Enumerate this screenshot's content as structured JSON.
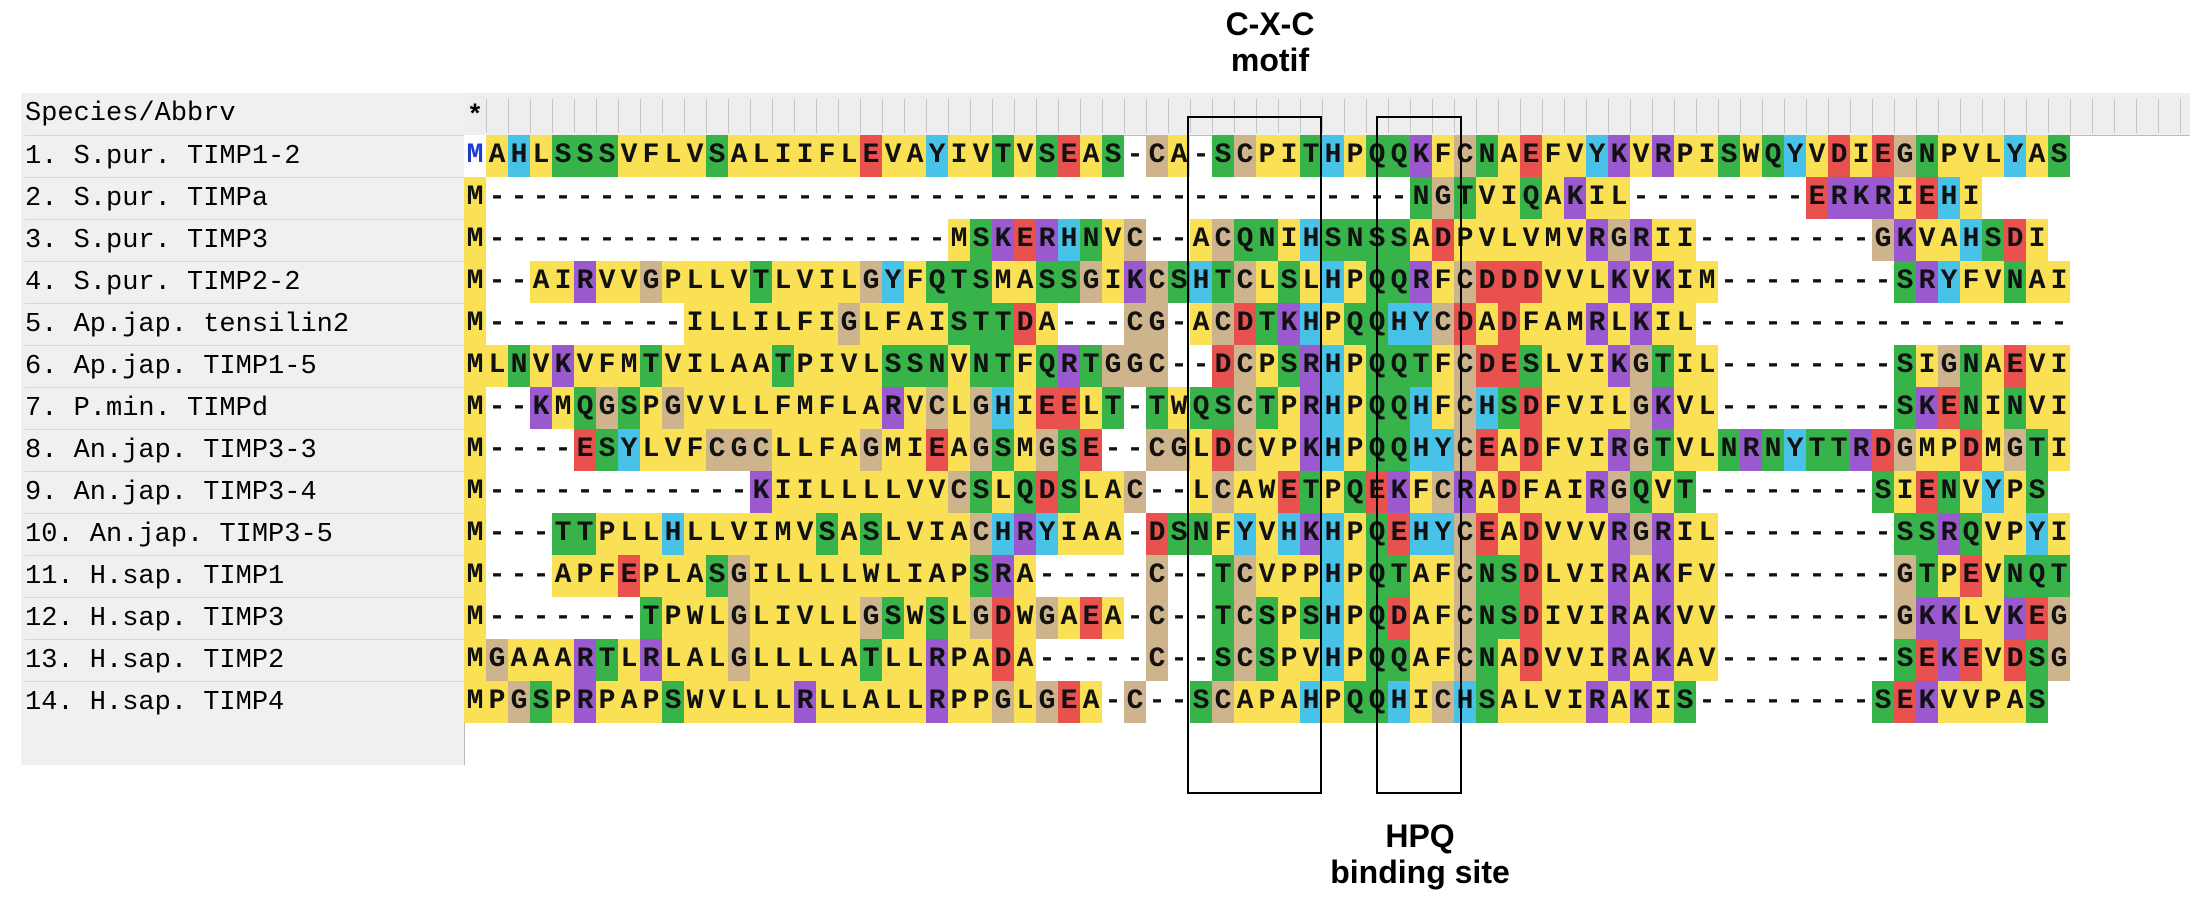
{
  "annotations": {
    "cxc_line1": "C-X-C",
    "cxc_line2": "motif",
    "hpq_line1": "HPQ",
    "hpq_line2": "binding site"
  },
  "header": {
    "label": "Species/Abbrv",
    "consensus_mark": "*"
  },
  "colors": {
    "A": "#f9e054",
    "I": "#f9e054",
    "L": "#f9e054",
    "M": "#f9e054",
    "F": "#f9e054",
    "V": "#f9e054",
    "W": "#f9e054",
    "P": "#f9e054",
    "S": "#37b34a",
    "T": "#37b34a",
    "N": "#37b34a",
    "Q": "#37b34a",
    "K": "#9b59d0",
    "R": "#9b59d0",
    "D": "#e8514e",
    "E": "#e8514e",
    "H": "#49c2e8",
    "Y": "#49c2e8",
    "G": "#cdb48c",
    "C": "#cdb48c"
  },
  "sequences": [
    {
      "label": "1. S.pur. TIMP1-2",
      "seq": "MAHLSSSVFLVSALIIFLEVAYIVTVSEAS-CA-SCPITHPQQKFCNAEFVYKVRPISWQYVDIEGNPVLYAS"
    },
    {
      "label": "2. S.pur. TIMPa",
      "seq": "M------------------------------------------NGTVIQAKIL--------ERKRIEHI"
    },
    {
      "label": "3. S.pur. TIMP3",
      "seq": "M---------------------MSKERHNVC--ACQNIHSNSSADPVLVMVRGRII--------GKVAHSDI"
    },
    {
      "label": "4. S.pur. TIMP2-2",
      "seq": "M--AIRVVGPLLVTLVILGYFQTSMASSGIKCSHTCLSLHPQQRFCDDDVVLKVKIM--------SRYFVNAI"
    },
    {
      "label": "5. Ap.jap. tensilin2",
      "seq": "M---------ILLILFIGLFAISTTDA---CG-ACDTKHPQQHYCDADFAMRLKIL-----------------"
    },
    {
      "label": "6. Ap.jap. TIMP1-5",
      "seq": "MLNVKVFMTVILAATPIVLSSNVNTFQRTGGC--DCPSRHPQQTFCDESLVIKGTIL--------SIGNAEVI"
    },
    {
      "label": "7. P.min. TIMPd",
      "seq": "M--KMQGSPGVVLLFMFLARVCLGHIEELT-TWQSCTPRHPQQHFCHSDFVILGKVL--------SKENINVI"
    },
    {
      "label": "8. An.jap. TIMP3-3",
      "seq": "M----ESYLVFCGCLLFAGMIEAGSMGSE--CGLDCVPKHPQQHYCEADFVIRGTVLNRNYTTRDGMPDMGTI"
    },
    {
      "label": "9. An.jap. TIMP3-4",
      "seq": "M------------KIILLLLVVCSLQDSLAC--LCAWETPQEKFCRADFAIRGQVT--------SIENVYPS"
    },
    {
      "label": "10. An.jap. TIMP3-5",
      "seq": "M---TTPLLHLLVIMVSASLVIACHRYIAA-DSNFYVHKHPQEHYCEADVVVRGRIL--------SSRQVPYI"
    },
    {
      "label": "11. H.sap. TIMP1",
      "seq": "M---APFEPLASGILLLLWLIAPSRA-----C--TCVPPHPQTAFCNSDLVIRAKFV--------GTPEVNQT"
    },
    {
      "label": "12. H.sap. TIMP3",
      "seq": "M-------TPWLGLIVLLGSWSLGDWGAEA-C--TCSPSHPQDAFCNSDIVIRAKVV--------GKKLVKEG"
    },
    {
      "label": "13. H.sap. TIMP2",
      "seq": "MGAAARTLRLALGLLLLATLLRPADA-----C--SCSPVHPQQAFCNADVVIRAKAV--------SEKEVDSG"
    },
    {
      "label": "14. H.sap. TIMP4",
      "seq": "MPGSPRPAPSWVLLLRLLALLRPPGLGEA-C--SCAPAHPQQHICHSALVIRAKIS--------SEKVVPAS"
    }
  ]
}
